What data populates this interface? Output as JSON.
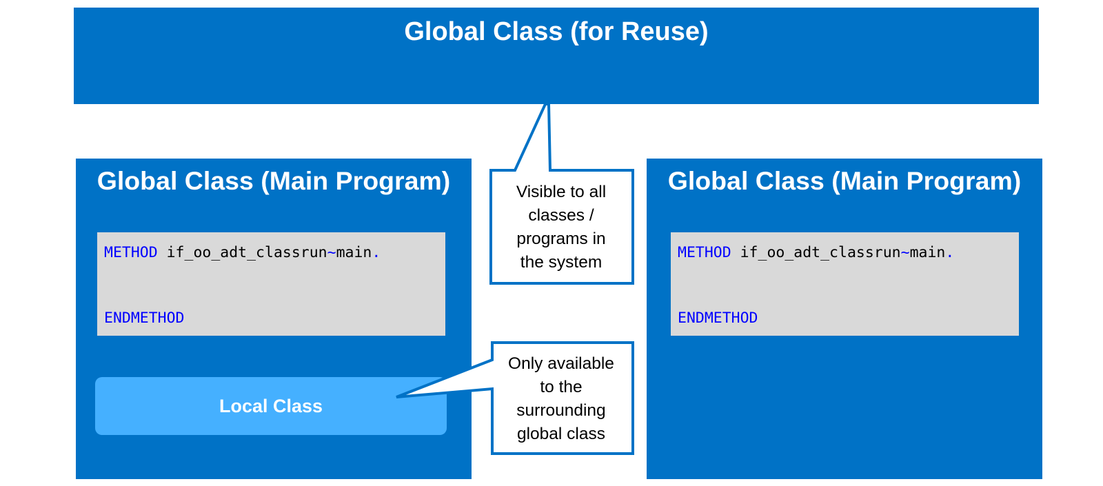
{
  "top_box": {
    "title": "Global Class (for Reuse)"
  },
  "left_box": {
    "title": "Global Class (Main Program)",
    "code": {
      "line1_keyword": "METHOD",
      "line1_name": " if_oo_adt_classrun",
      "line1_tilde": "~",
      "line1_method": "main",
      "line1_dot": ".",
      "line2_keyword": "ENDMETHOD"
    },
    "local_class": "Local Class"
  },
  "right_box": {
    "title": "Global Class (Main Program)",
    "code": {
      "line1_keyword": "METHOD",
      "line1_name": " if_oo_adt_classrun",
      "line1_tilde": "~",
      "line1_method": "main",
      "line1_dot": ".",
      "line2_keyword": "ENDMETHOD"
    }
  },
  "callouts": {
    "visible": [
      "Visible to all",
      "classes /",
      "programs in",
      "the system"
    ],
    "local": [
      "Only available",
      "to the",
      "surrounding",
      "global class"
    ]
  },
  "colors": {
    "box_blue": "#0072c6",
    "local_class_blue": "#45b0ff",
    "code_panel_gray": "#d9d9d9",
    "keyword_blue": "#0000ff"
  }
}
